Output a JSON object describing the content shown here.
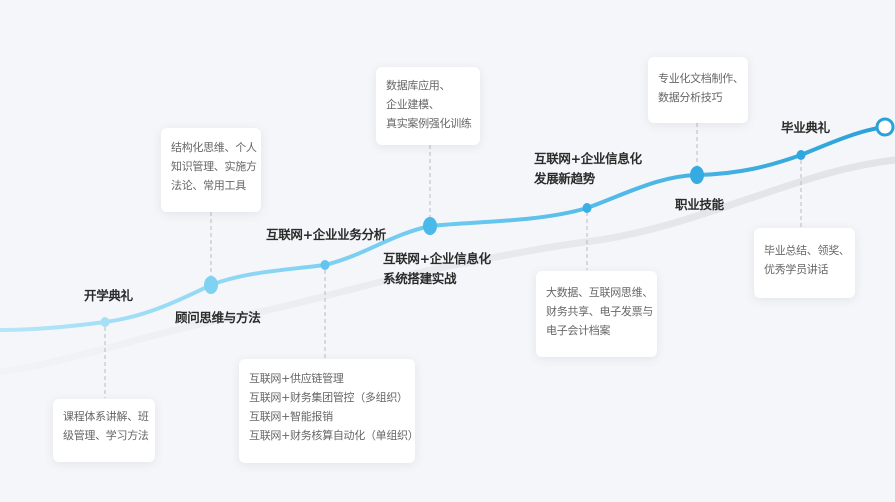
{
  "milestones": [
    {
      "title": "开学典礼",
      "lines": [
        "课程体系讲解、班",
        "级管理、学习方法"
      ]
    },
    {
      "title": "顾问思维与方法",
      "lines": [
        "结构化思维、个人",
        "知识管理、实施方",
        "法论、常用工具"
      ]
    },
    {
      "title": "互联网+企业业务分析",
      "lines": [
        "互联网+供应链管理",
        "互联网+财务集团管控（多组织）",
        "互联网+智能报销",
        "互联网+财务核算自动化（单组织）"
      ]
    },
    {
      "title_lines": [
        "互联网+企业信息化",
        "系统搭建实战"
      ],
      "lines": [
        "数据库应用、",
        "企业建模、",
        "真实案例强化训练"
      ]
    },
    {
      "title_lines": [
        "互联网+企业信息化",
        "发展新趋势"
      ],
      "lines": [
        "大数据、互联网思维、",
        "财务共享、电子发票与",
        "电子会计档案"
      ]
    },
    {
      "title": "职业技能",
      "lines": [
        "专业化文档制作、",
        "数据分析技巧"
      ]
    },
    {
      "title": "毕业典礼",
      "lines": [
        "毕业总结、领奖、",
        "优秀学员讲话"
      ]
    }
  ],
  "colors": {
    "line_start": "#a6e0f7",
    "line_end": "#2aa1d9",
    "dot": "#3fb0e4",
    "shadow_line": "#e2e4e8",
    "connector": "#b9bcc2"
  }
}
